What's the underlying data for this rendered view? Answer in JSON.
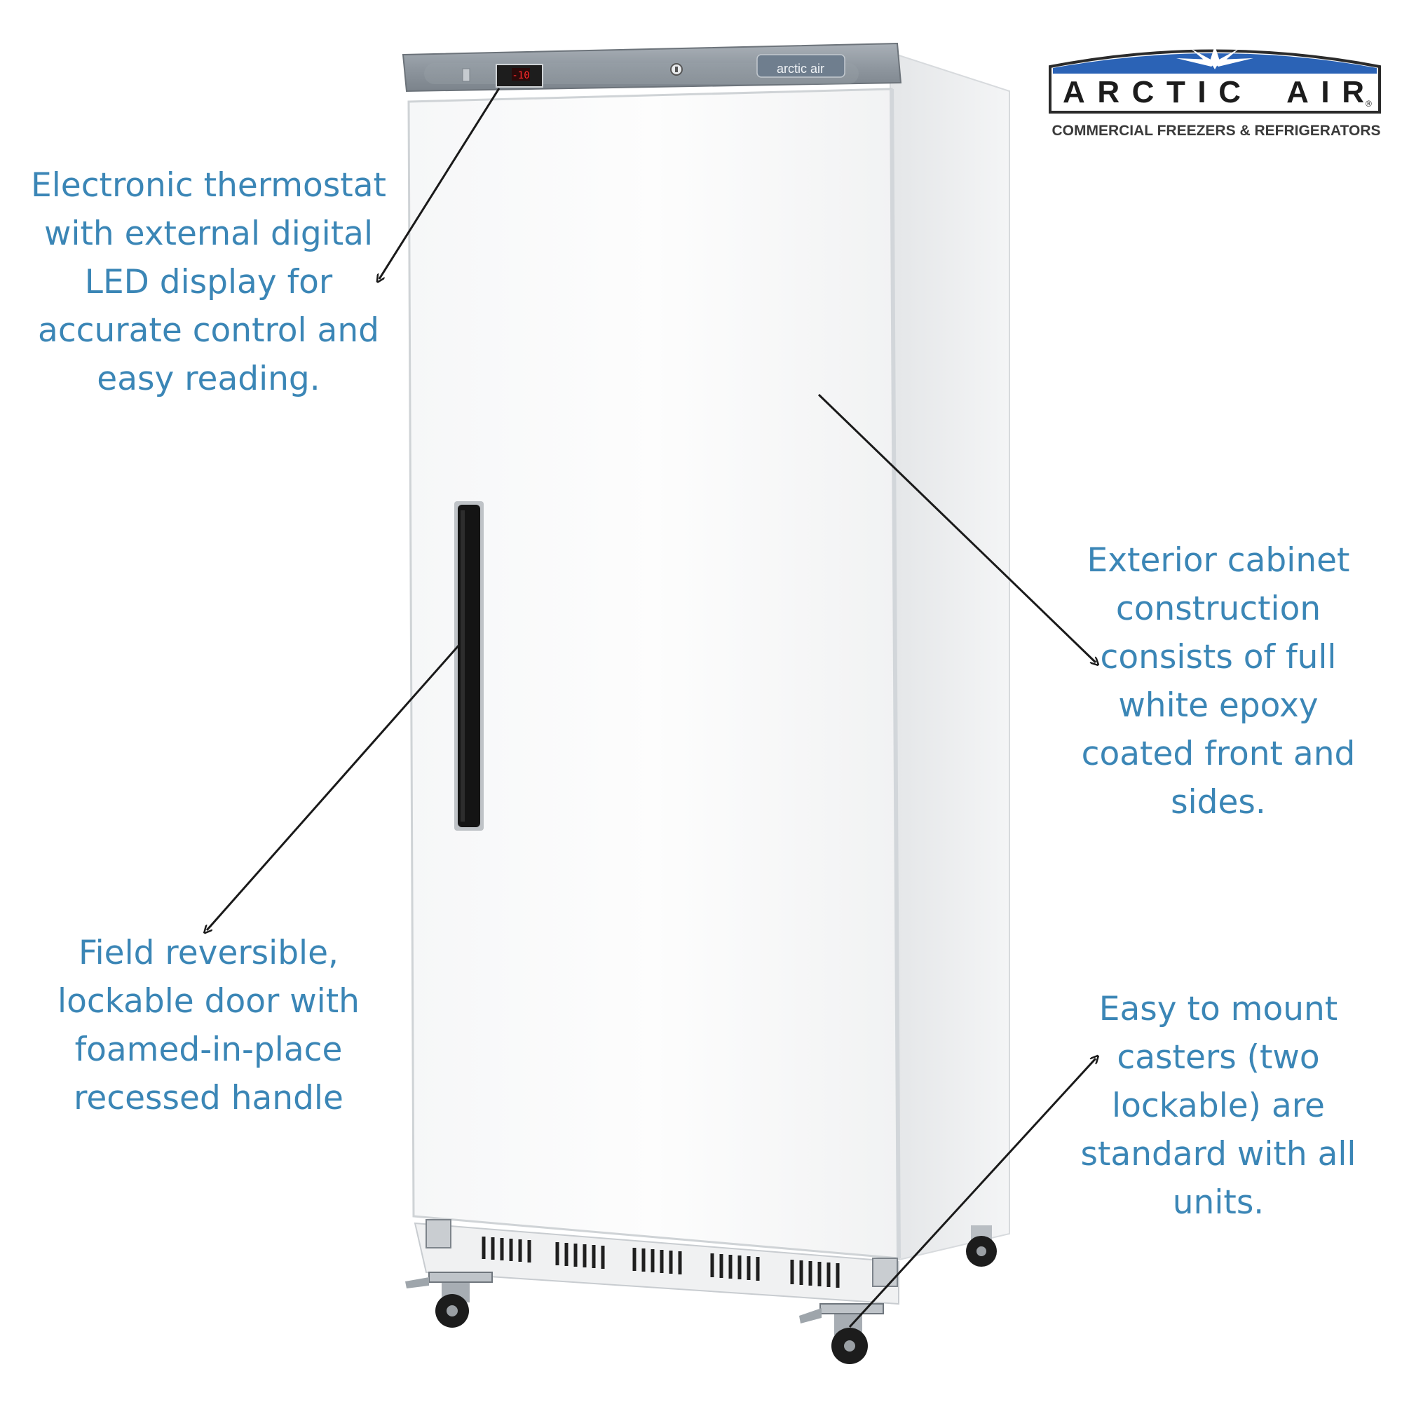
{
  "logo": {
    "wordmark": [
      "A",
      "R",
      "C",
      "T",
      "I",
      "C",
      "A",
      "I",
      "R"
    ],
    "registered": "®",
    "tagline": "COMMERCIAL FREEZERS & REFRIGERATORS",
    "brand_blue": "#2b63b6"
  },
  "product": {
    "badge_text": "arctic air",
    "display_reading": "-10"
  },
  "callouts": {
    "thermostat": [
      "Electronic thermostat",
      "with external digital",
      "LED display for",
      "accurate control and",
      "easy reading."
    ],
    "cabinet": [
      "Exterior cabinet",
      "construction",
      "consists of full",
      "white epoxy",
      "coated front and",
      "sides."
    ],
    "door": [
      "Field reversible,",
      "lockable door with",
      "foamed-in-place",
      "recessed handle"
    ],
    "casters": [
      "Easy to mount",
      "casters (two",
      "lockable) are",
      "standard with all",
      "units."
    ]
  },
  "colors": {
    "callout_text": "#3b86b6",
    "arrow": "#1a1a1a"
  }
}
